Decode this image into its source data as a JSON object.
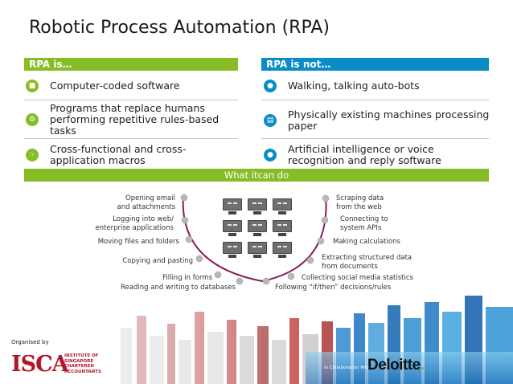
{
  "title": "Robotic Process Automation (RPA)",
  "rpa_is": {
    "heading": "RPA is…",
    "items": [
      {
        "label": "Computer-coded software",
        "icon": "computer-icon"
      },
      {
        "label": "Programs that replace humans performing repetitive rules-based tasks",
        "icon": "gears-icon"
      },
      {
        "label": "Cross-functional and cross-application macros",
        "icon": "pointer-hand-icon"
      }
    ]
  },
  "rpa_is_not": {
    "heading": "RPA is not…",
    "items": [
      {
        "label": "Walking, talking auto-bots",
        "icon": "speech-icon"
      },
      {
        "label": "Physically existing machines processing paper",
        "icon": "printer-icon"
      },
      {
        "label": "Artificial intelligence or voice recognition and reply software",
        "icon": "chat-icon"
      }
    ]
  },
  "what_it_can_do": {
    "heading": "What itcan do",
    "left_items": [
      "Opening email and attachments",
      "Logging into web/ enterprise applications",
      "Moving files and folders",
      "Copying and pasting",
      "Filling in forms",
      "Reading and writing to databases"
    ],
    "right_items": [
      "Scraping data from the web",
      "Connecting to system APIs",
      "Making calculations",
      "Extracting structured data from documents",
      "Collecting social media statistics",
      "Following “if/then” decisions/rules"
    ]
  },
  "footer": {
    "organised_by": "Organised by",
    "isca": "ISCA",
    "isca_full": "INSTITUTE OF SINGAPORE CHARTERED ACCOUNTANTS",
    "collab": "In Collaboration With",
    "deloitte": "Deloitte"
  },
  "colors": {
    "green": "#86bc25",
    "blue": "#0a8cc7",
    "curve": "#8a1c5a"
  }
}
